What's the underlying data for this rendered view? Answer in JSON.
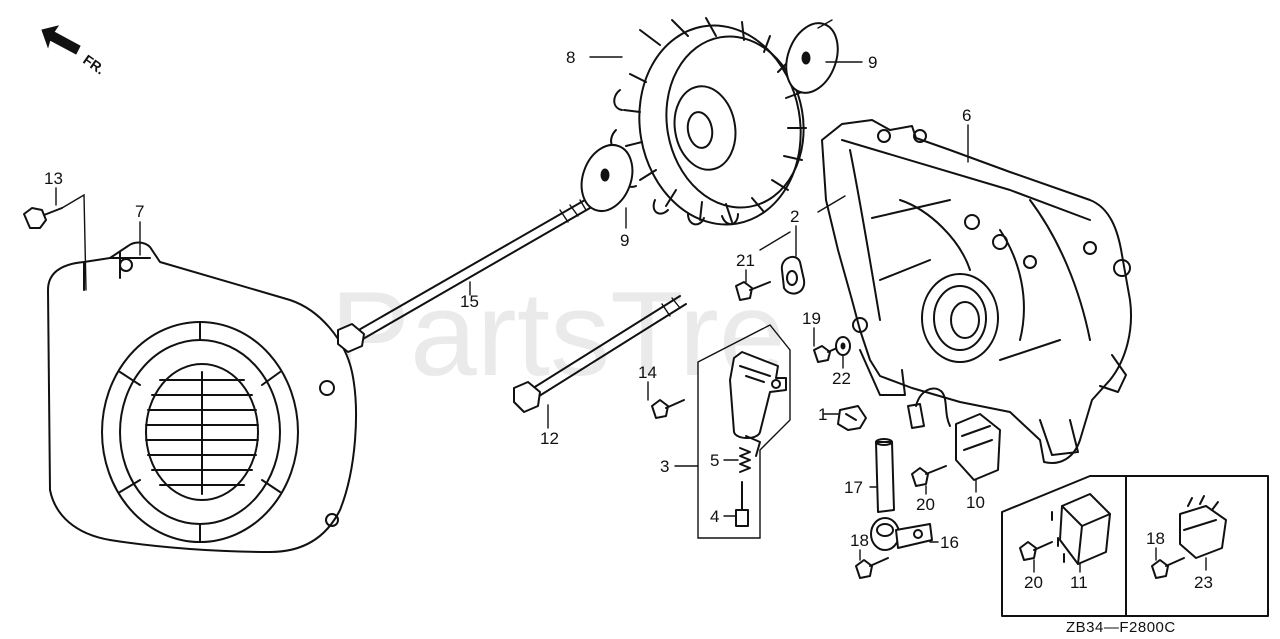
{
  "watermark": "PartsTre",
  "direction_label": "FR.",
  "diagram_code": "ZB34—F2800C",
  "callouts": {
    "c1": "1",
    "c2": "2",
    "c3": "3",
    "c4": "4",
    "c5": "5",
    "c6": "6",
    "c7": "7",
    "c8": "8",
    "c9a": "9",
    "c9b": "9",
    "c10": "10",
    "c11": "11",
    "c12": "12",
    "c13": "13",
    "c14": "14",
    "c15": "15",
    "c16": "16",
    "c17": "17",
    "c18a": "18",
    "c18b": "18",
    "c19": "19",
    "c20a": "20",
    "c20b": "20",
    "c21": "21",
    "c22": "22",
    "c23": "23"
  },
  "icons": [
    "arrow-fr-icon"
  ]
}
